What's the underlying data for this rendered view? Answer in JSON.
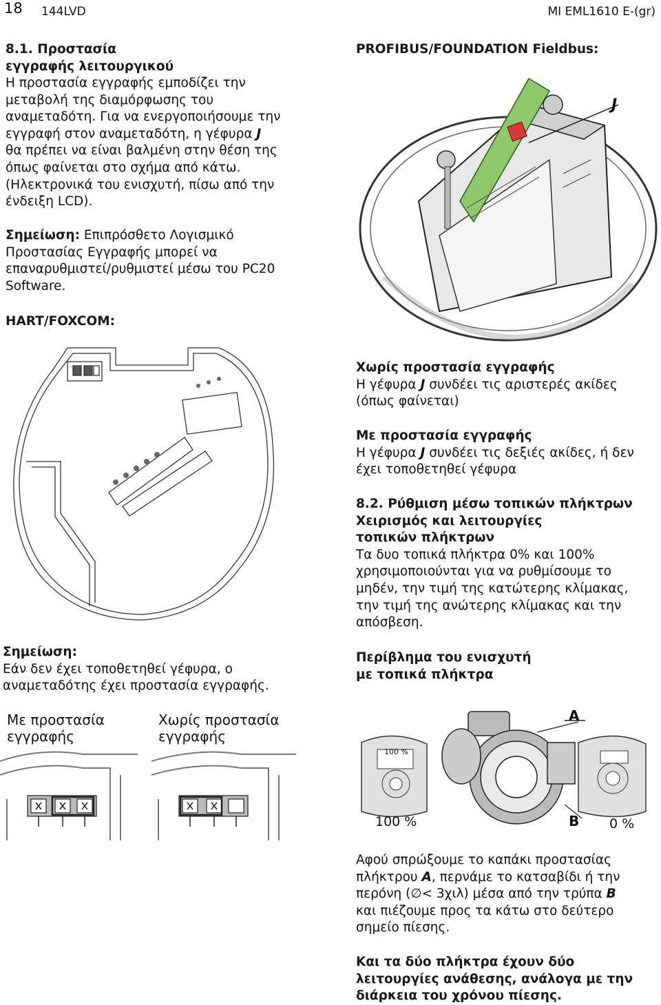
{
  "header": {
    "page_number": "18",
    "left_code": "144LVD",
    "right_code": "MI EML1610 E-(gr)"
  },
  "left": {
    "s81_title": "8.1. Προστασία εγγραφής λειτουργικού",
    "s81_title_l1": "8.1. Προστασία",
    "s81_title_l2": "εγγραφής λειτουργικού",
    "s81_lines": [
      "Η προστασία εγγραφής εμποδίζει την",
      "μεταβολή της διαμόρφωσης του",
      "αναμεταδότη. Για να ενεργοποιήσουμε την",
      "εγγραφή στον αναμεταδότη, η γέφυρα ",
      "θα πρέπει να είναι βαλμένη στην θέση της",
      "όπως φαίνεται στο σχήμα από κάτω.",
      "(Ηλεκτρονικά του ενισχυτή, πίσω  από την",
      "ένδειξη LCD)."
    ],
    "bridge_letter": "J",
    "note1_label": "Σημείωση:",
    "note1_lines": [
      " Επιπρόσθετο Λογισμικό",
      "Προστασίας Εγγραφής μπορεί να",
      "επαναρυθμιστεί/ρυθμιστεί μέσω του PC20",
      "Software."
    ],
    "hart_label": "HART/FOXCOM:",
    "note2_label": "Σημείωση:",
    "note2_lines": [
      "Εάν δεν έχει τοποθετηθεί γέφυρα, ο",
      "αναμεταδότης έχει προστασία εγγραφής."
    ],
    "fig_bottom_left_caption": [
      "Με προστασία",
      "εγγραφής"
    ],
    "fig_bottom_right_caption": [
      "Χωρίς προστασία",
      "εγγραφής"
    ]
  },
  "right": {
    "profibus_label": "PROFIBUS/FOUNDATION Fieldbus:",
    "fig_label_j": "J",
    "no_protect_title": "Χωρίς προστασία εγγραφής",
    "no_protect_l1_a": "Η γέφυρα ",
    "no_protect_l1_b": " συνδέει τις αριστερές ακίδες",
    "no_protect_l2": "(όπως φαίνεται)",
    "protect_title": "Με προστασία εγγραφής",
    "protect_l1_a": "Η γέφυρα ",
    "protect_l1_b": " συνδέει τις δεξιές ακίδες, ή δεν",
    "protect_l2": "έχει τοποθετηθεί γέφυρα",
    "s82_title": "8.2. Ρύθμιση μέσω τοπικών πλήκτρων",
    "s82_sub1": "Χειρισμός και λειτουργίες",
    "s82_sub2": "τοπικών πλήκτρων",
    "s82_lines": [
      "Τα δυο τοπικά πλήκτρα 0% και 100%",
      "χρησιμοποιούνται για να ρυθμίσουμε το",
      "μηδέν, την τιμή της κατώτερης κλίμακας,",
      "την τιμή της ανώτερης κλίμακας και την",
      "απόσβεση."
    ],
    "housing_title_l1": "Περίβλημα του ενισχυτή",
    "housing_title_l2": "με τοπικά πλήκτρα",
    "fig_label_a": "A",
    "fig_label_b": "B",
    "fig_100": "100 %",
    "fig_0": "0 %",
    "fig_100_small": "100 %",
    "after_lines_1a": "Αφού σπρώξουμε το καπάκι προστασίας",
    "after_lines_2a": "πλήκτρου ",
    "after_A": "A",
    "after_lines_2b": ", περνάμε το κατσαβίδι ή την",
    "after_lines_3a": "περόνη (",
    "after_sym": "∅",
    "after_lines_3b": "< 3χιλ) μέσα από την τρύπα ",
    "after_B": "B",
    "after_lines_4": "και πιέζουμε προς τα κάτω στο δεύτερο",
    "after_lines_5": "σημείο πίεσης.",
    "final_l1": "Και τα δύο πλήκτρα έχουν δύο",
    "final_l2": "λειτουργίες ανάθεσης, ανάλογα με την",
    "final_l3": "διάρκεια του χρόνου πίεσης."
  }
}
